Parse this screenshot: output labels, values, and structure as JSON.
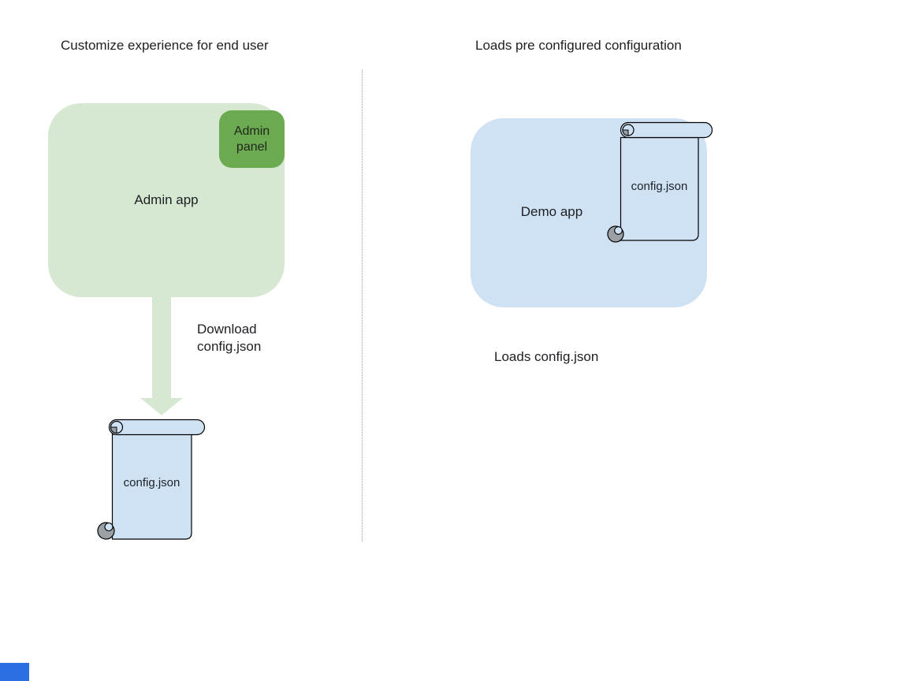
{
  "colors": {
    "background": "#ffffff",
    "green_light": "#d6e8d1",
    "green_dark": "#6caa51",
    "blue_light": "#cfe2f3",
    "curl_gray": "#9aa0a6",
    "outline": "#000000",
    "divider_gray": "#9c9c9c",
    "text_dark": "#1d1f22",
    "corner_blue": "#2b6fe2"
  },
  "left_section": {
    "title": "Customize experience for end user",
    "admin_app_label": "Admin app",
    "admin_panel_label": "Admin panel",
    "download_caption": "Download config.json",
    "config_file_label": "config.json"
  },
  "right_section": {
    "title": "Loads pre configured configuration",
    "demo_app_label": "Demo app",
    "config_file_label": "config.json",
    "loads_caption": "Loads config.json"
  }
}
